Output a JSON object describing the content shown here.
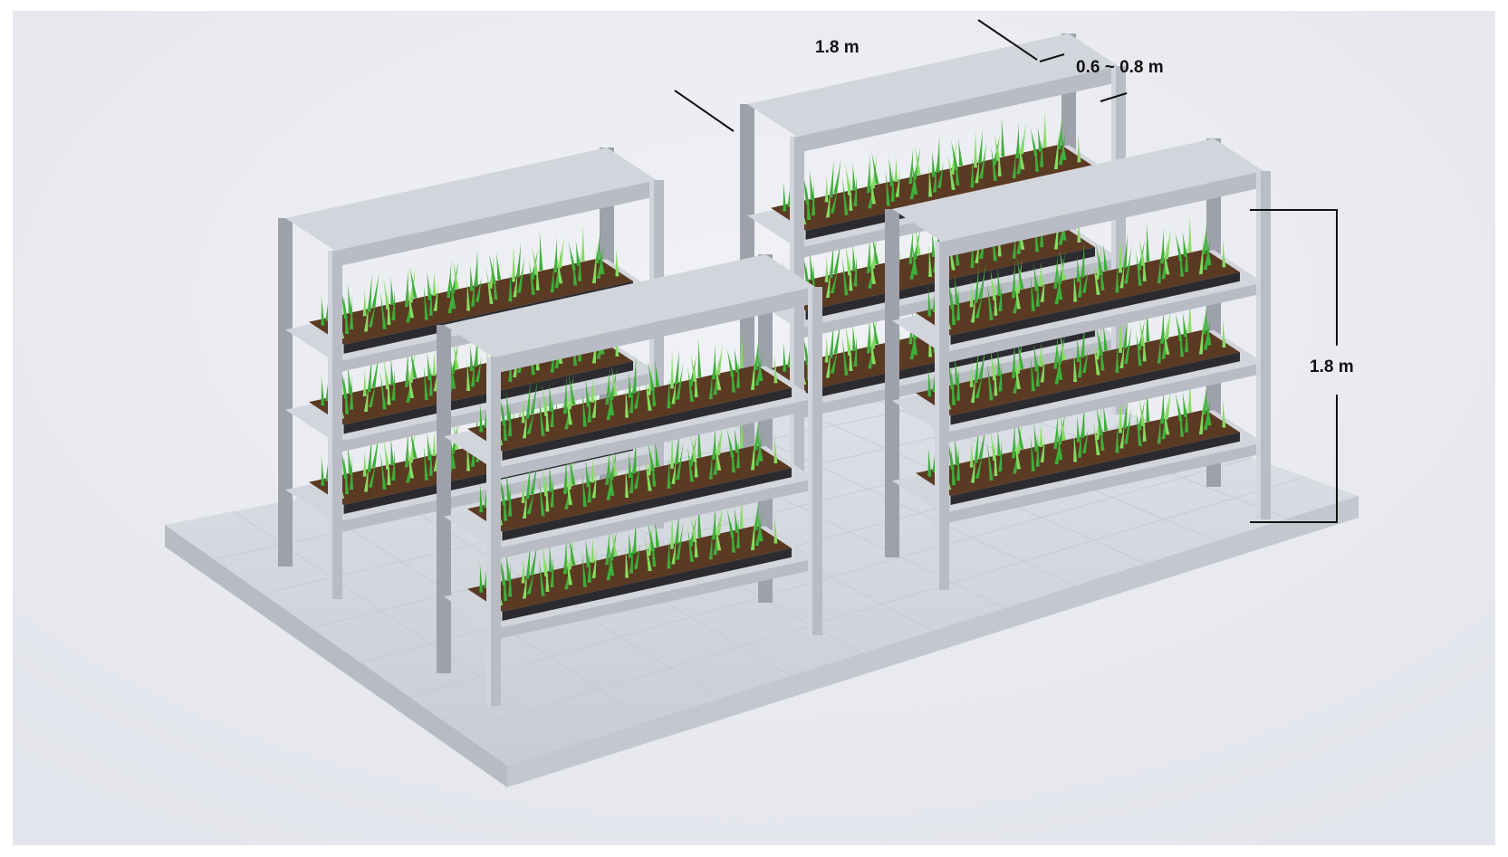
{
  "dimensions": {
    "length": "1.8 m",
    "depth": "0.6 ~ 0.8 m",
    "height": "1.8 m"
  },
  "colors": {
    "background": "#e9ebf2",
    "frame": "#b9bcc5",
    "frame_dark": "#9ea1ab",
    "frame_light": "#d3d5dc",
    "tray": "#2b2b30",
    "soil": "#5a3a22",
    "grass": "#3fae3a",
    "grass_light": "#86dc62",
    "floor": "#d8dbe2",
    "dimension_line": "#111111"
  }
}
